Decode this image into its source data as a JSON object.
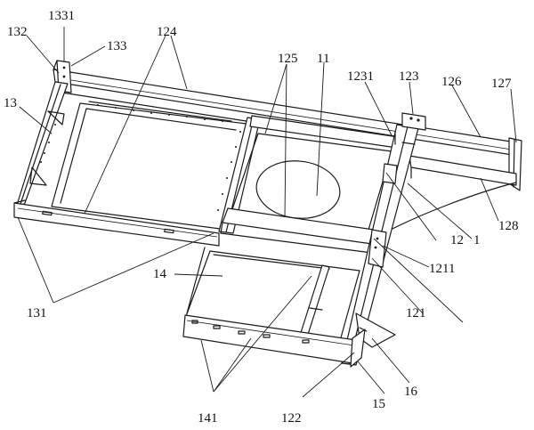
{
  "figure": {
    "labels": {
      "l1": "1",
      "l11": "11",
      "l12": "12",
      "l13": "13",
      "l14": "14",
      "l15": "15",
      "l16": "16",
      "l121": "121",
      "l122": "122",
      "l123": "123",
      "l124": "124",
      "l125": "125",
      "l126": "126",
      "l127": "127",
      "l128": "128",
      "l131": "131",
      "l132": "132",
      "l133": "133",
      "l141": "141",
      "l1211": "1211",
      "l1231": "1231",
      "l1331": "1331"
    }
  }
}
